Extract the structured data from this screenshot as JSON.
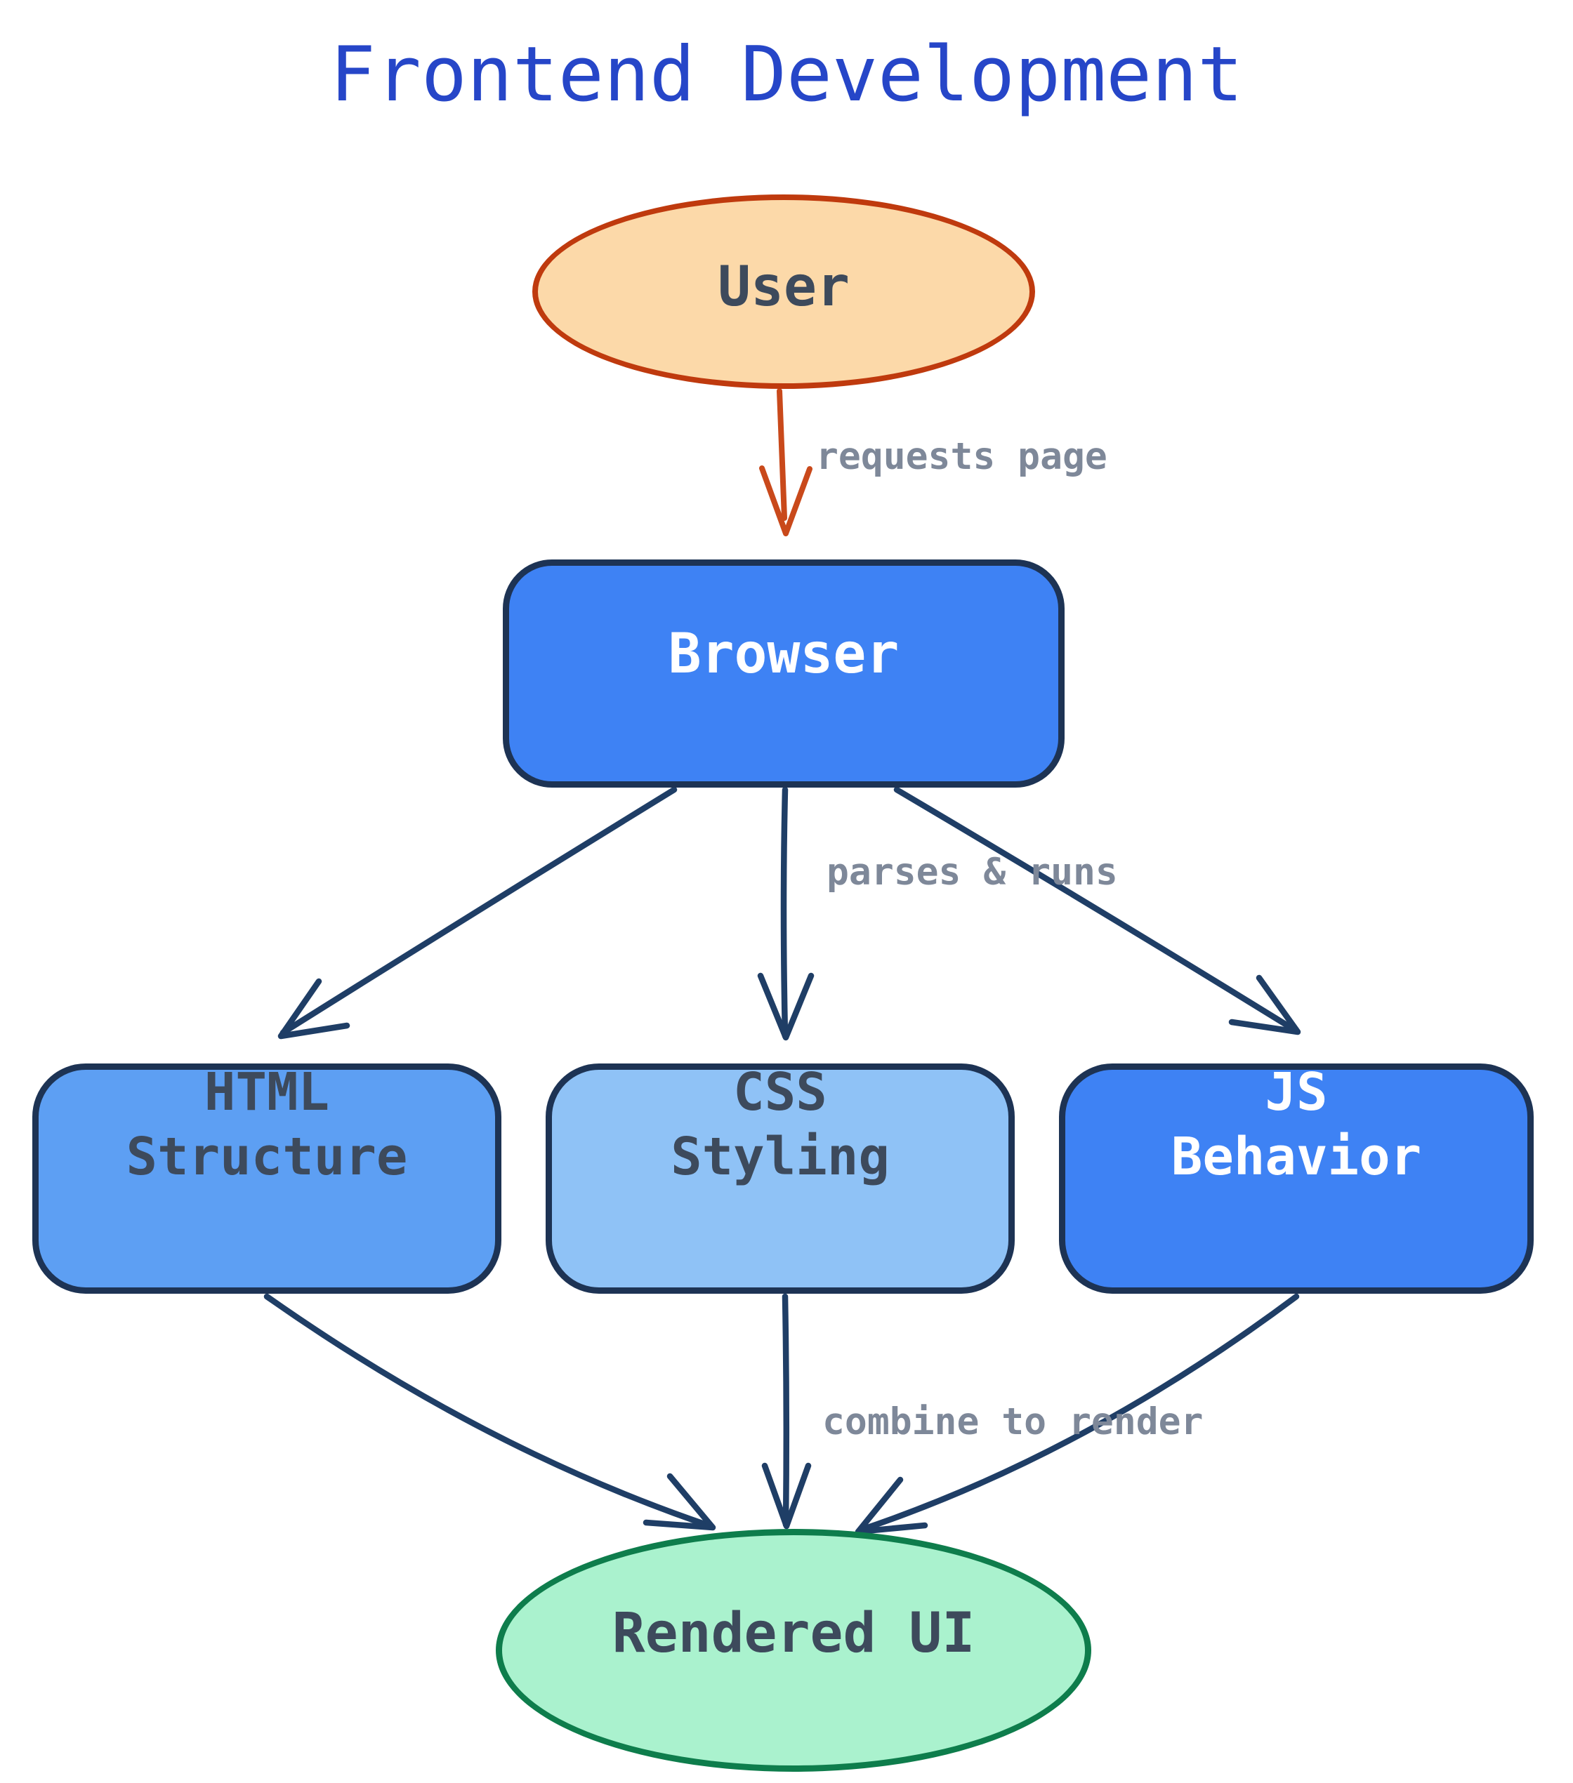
{
  "title": "Frontend Development",
  "nodes": {
    "user": {
      "label": "User",
      "type": "ellipse"
    },
    "browser": {
      "label": "Browser",
      "type": "rounded-rect"
    },
    "html": {
      "line1": "HTML",
      "line2": "Structure",
      "type": "rounded-rect"
    },
    "css": {
      "line1": "CSS",
      "line2": "Styling",
      "type": "rounded-rect"
    },
    "js": {
      "line1": "JS",
      "line2": "Behavior",
      "type": "rounded-rect"
    },
    "rendered": {
      "label": "Rendered UI",
      "type": "ellipse"
    }
  },
  "arrows": [
    {
      "from": "User",
      "to": "Browser",
      "label": "requests page"
    },
    {
      "from": "Browser",
      "to": "HTML Structure",
      "label": "parses & runs"
    },
    {
      "from": "Browser",
      "to": "CSS Styling",
      "label": ""
    },
    {
      "from": "Browser",
      "to": "JS Behavior",
      "label": ""
    },
    {
      "from": "HTML Structure",
      "to": "Rendered UI",
      "label": "combine to render"
    },
    {
      "from": "CSS Styling",
      "to": "Rendered UI",
      "label": ""
    },
    {
      "from": "JS Behavior",
      "to": "Rendered UI",
      "label": ""
    }
  ],
  "colors": {
    "title": "#2646c8",
    "user_fill": "#fcd9a9",
    "user_border": "#bf3a0e",
    "browser_fill": "#3e82f4",
    "html_fill": "#5d9ff3",
    "css_fill": "#8fc2f6",
    "js_fill": "#3e82f4",
    "node_border": "#1d3354",
    "rendered_fill": "#aaf2ce",
    "rendered_border": "#0e7d4c",
    "arrow": "#1f3e66",
    "arrow_request": "#c9491b",
    "edge_label": "#7e8899",
    "node_text_dark": "#3d4a5c",
    "node_text_light": "#ffffff"
  }
}
